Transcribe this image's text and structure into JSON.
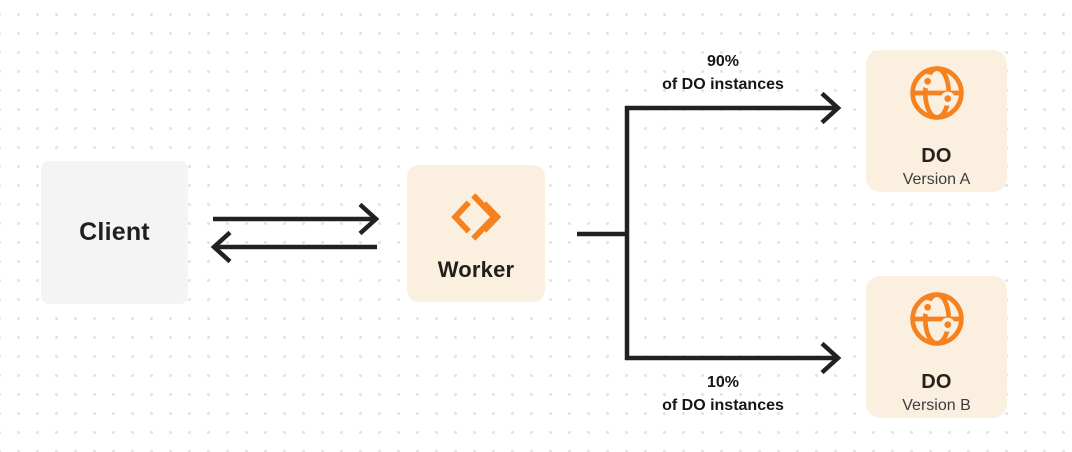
{
  "diagram": {
    "client": {
      "label": "Client"
    },
    "worker": {
      "label": "Worker"
    },
    "branch_top": {
      "percent": "90%",
      "caption": "of DO instances"
    },
    "branch_bottom": {
      "percent": "10%",
      "caption": "of DO instances"
    },
    "do_version_a": {
      "title": "DO",
      "subtitle": "Version A"
    },
    "do_version_b": {
      "title": "DO",
      "subtitle": "Version B"
    },
    "colors": {
      "accent_orange": "#f6821f",
      "node_cream": "#fbf0e0",
      "node_gray": "#f4f4f5",
      "line_dark": "#212121",
      "grid_dot": "#e4e4e6"
    }
  }
}
